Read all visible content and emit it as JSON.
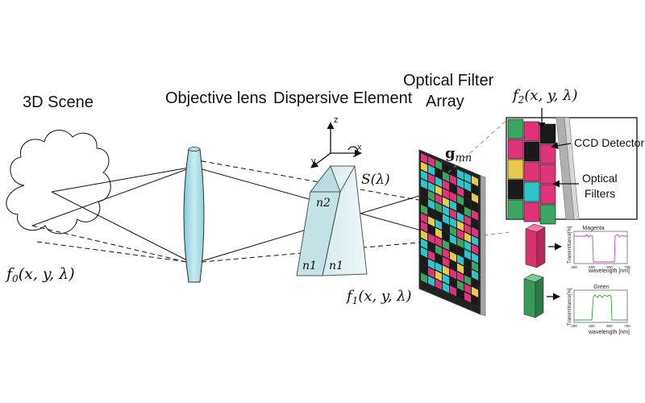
{
  "labels": {
    "scene": "3D Scene",
    "lens": "Objective lens",
    "dispersive": "Dispersive Element",
    "filter_array_line1": "Optical Filter",
    "filter_array_line2": "Array",
    "ccd": "CCD Detector",
    "filters_line1": "Optical",
    "filters_line2": "Filters",
    "axis_z": "z",
    "axis_x": "x",
    "axis_y": "y"
  },
  "math": {
    "f0": "f0(x, y, λ)",
    "f1": "f1(x, y, λ)",
    "f2": "f2(x, y, λ)",
    "s_lambda": "S(λ)",
    "g_mn": "gmn",
    "n1_left": "n1",
    "n1_right": "n1",
    "n2": "n2"
  },
  "plots": [
    {
      "title": "Magenta",
      "xlabel": "wavelength [nm]",
      "ylabel": "Transmittance[%]",
      "ticks": [
        "400",
        "500",
        "600",
        "700"
      ],
      "color": "#d040c8"
    },
    {
      "title": "Green",
      "xlabel": "wavelength [nm]",
      "ylabel": "Transmittance[%]",
      "ticks": [
        "400",
        "500",
        "600",
        "700"
      ],
      "color": "#2fa83a"
    }
  ],
  "colors": {
    "lens": "#9fd8df",
    "prism": "#cfe9ec",
    "magenta": "#e0347a",
    "cyan": "#2ec4c9",
    "green": "#3aa562",
    "yellow": "#e7c94c",
    "black": "#1a1a1a",
    "gray": "#9a9a9a",
    "filter_magenta": "#d8336f",
    "filter_green": "#3a9a5c"
  }
}
